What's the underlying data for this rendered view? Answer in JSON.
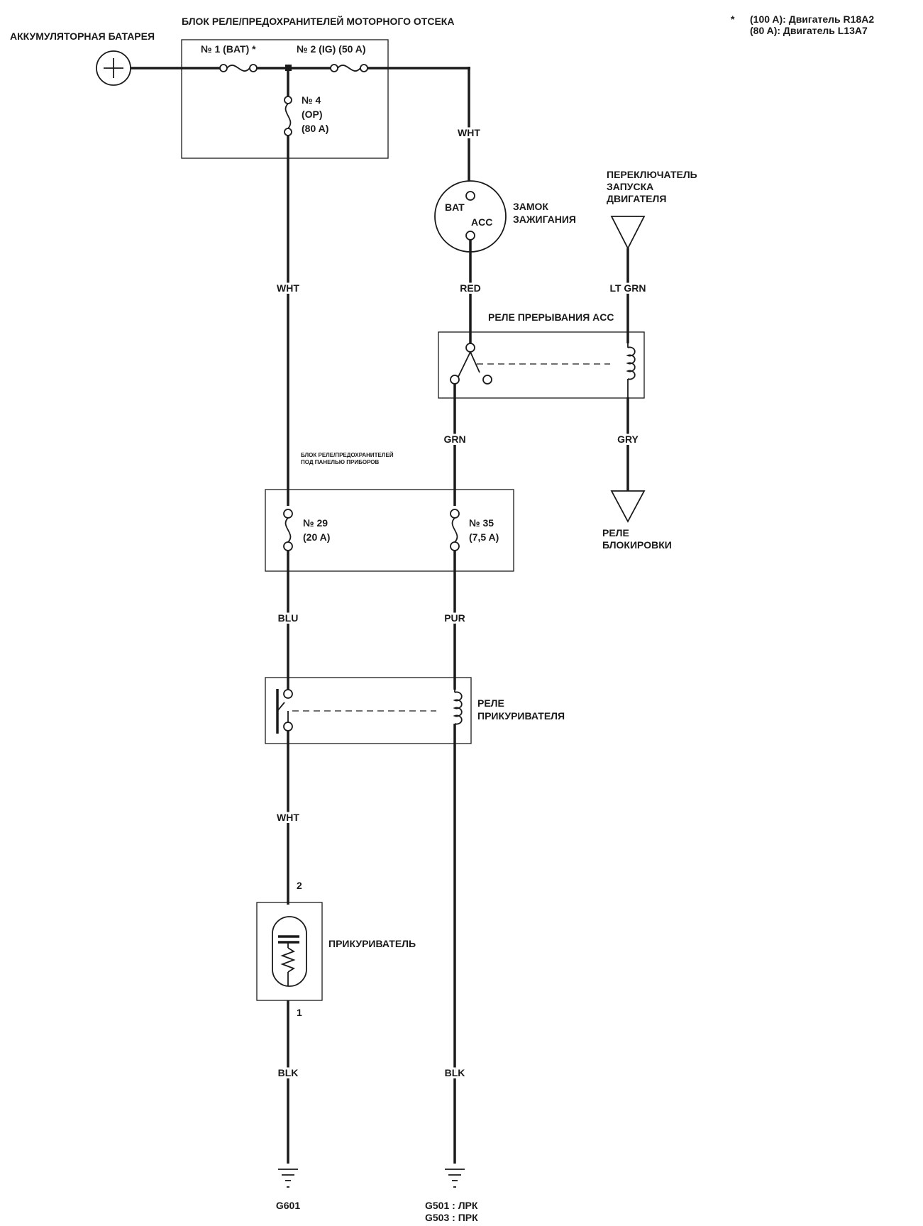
{
  "footnote": {
    "star": "*",
    "line1": "(100 A): Двигатель R18A2",
    "line2": "(80 A): Двигатель L13A7"
  },
  "battery": {
    "label": "АККУМУЛЯТОРНАЯ БАТАРЕЯ"
  },
  "engine_fuse_box": {
    "title": "БЛОК РЕЛЕ/ПРЕДОХРАНИТЕЛЕЙ МОТОРНОГО ОТСЕКА",
    "fuse1": "№ 1 (BAT) *",
    "fuse2": "№ 2 (IG) (50 A)",
    "fuse4_num": "№ 4",
    "fuse4_name": "(OP)",
    "fuse4_rating": "(80 A)"
  },
  "ignition_switch": {
    "label_line1": "ЗАМОК",
    "label_line2": "ЗАЖИГАНИЯ",
    "bat": "BAT",
    "acc": "ACC"
  },
  "starter_switch": {
    "line1": "ПЕРЕКЛЮЧАТЕЛЬ",
    "line2": "ЗАПУСКА",
    "line3": "ДВИГАТЕЛЯ"
  },
  "acc_relay": {
    "label": "РЕЛЕ ПРЕРЫВАНИЯ ACC"
  },
  "interlock_relay": {
    "line1": "РЕЛЕ",
    "line2": "БЛОКИРОВКИ"
  },
  "dash_fuse_box": {
    "title_line1": "БЛОК РЕЛЕ/ПРЕДОХРАНИТЕЛЕЙ",
    "title_line2": "ПОД ПАНЕЛЬЮ ПРИБОРОВ",
    "fuse29_num": "№ 29",
    "fuse29_rating": "(20 A)",
    "fuse35_num": "№ 35",
    "fuse35_rating": "(7,5 A)"
  },
  "lighter_relay": {
    "line1": "РЕЛЕ",
    "line2": "ПРИКУРИВАТЕЛЯ"
  },
  "lighter": {
    "label": "ПРИКУРИВАТЕЛЬ",
    "pin_top": "2",
    "pin_bottom": "1"
  },
  "wires": {
    "wht_ig": "WHT",
    "wht_main": "WHT",
    "red": "RED",
    "lt_grn": "LT GRN",
    "grn": "GRN",
    "gry": "GRY",
    "blu": "BLU",
    "pur": "PUR",
    "wht_lighter": "WHT",
    "blk_left": "BLK",
    "blk_right": "BLK"
  },
  "grounds": {
    "left_line1": "G601",
    "right_line1": "G501 : ЛРК",
    "right_line2": "G503 : ПРК"
  }
}
